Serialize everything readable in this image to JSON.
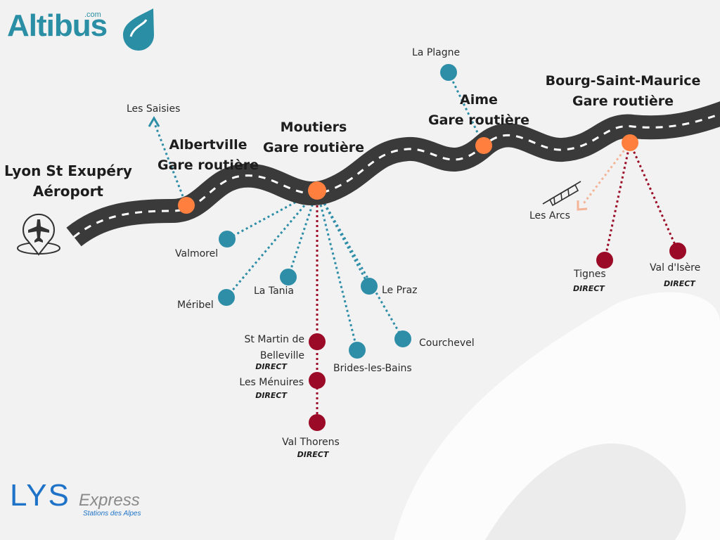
{
  "brand": {
    "altibus": "Altibus",
    "altibus_suffix": ".com",
    "lys": "LYS",
    "lys_express": "Express",
    "lys_tagline": "Stations des Alpes"
  },
  "hubs": {
    "lyon": [
      "Lyon St Exupéry",
      "Aéroport"
    ],
    "albertville": [
      "Albertville",
      "Gare routière"
    ],
    "moutiers": [
      "Moutiers",
      "Gare routière"
    ],
    "aime": [
      "Aime",
      "Gare routière"
    ],
    "bourg": [
      "Bourg-Saint-Maurice",
      "Gare routière"
    ]
  },
  "stops": {
    "les_saisies": "Les Saisies",
    "la_plagne": "La Plagne",
    "valmorel": "Valmorel",
    "meribel": "Méribel",
    "la_tania": "La Tania",
    "le_praz": "Le Praz",
    "courchevel": "Courchevel",
    "brides": "Brides-les-Bains",
    "st_martin": [
      "St Martin de",
      "Belleville"
    ],
    "les_menuires": "Les Ménuires",
    "val_thorens": "Val Thorens",
    "les_arcs": "Les Arcs",
    "tignes": "Tignes",
    "val_disere": "Val d'Isère"
  },
  "direct_label": "DIRECT",
  "colors": {
    "road": "#3a3a3a",
    "hub": "#ff7f3f",
    "resort": "#2e8ea7",
    "direct": "#9b0a26",
    "funicular": "#f3b497",
    "background": "#f2f2f2"
  },
  "icons": [
    "airport-pin-icon",
    "funicular-icon",
    "altibus-drop-icon"
  ]
}
